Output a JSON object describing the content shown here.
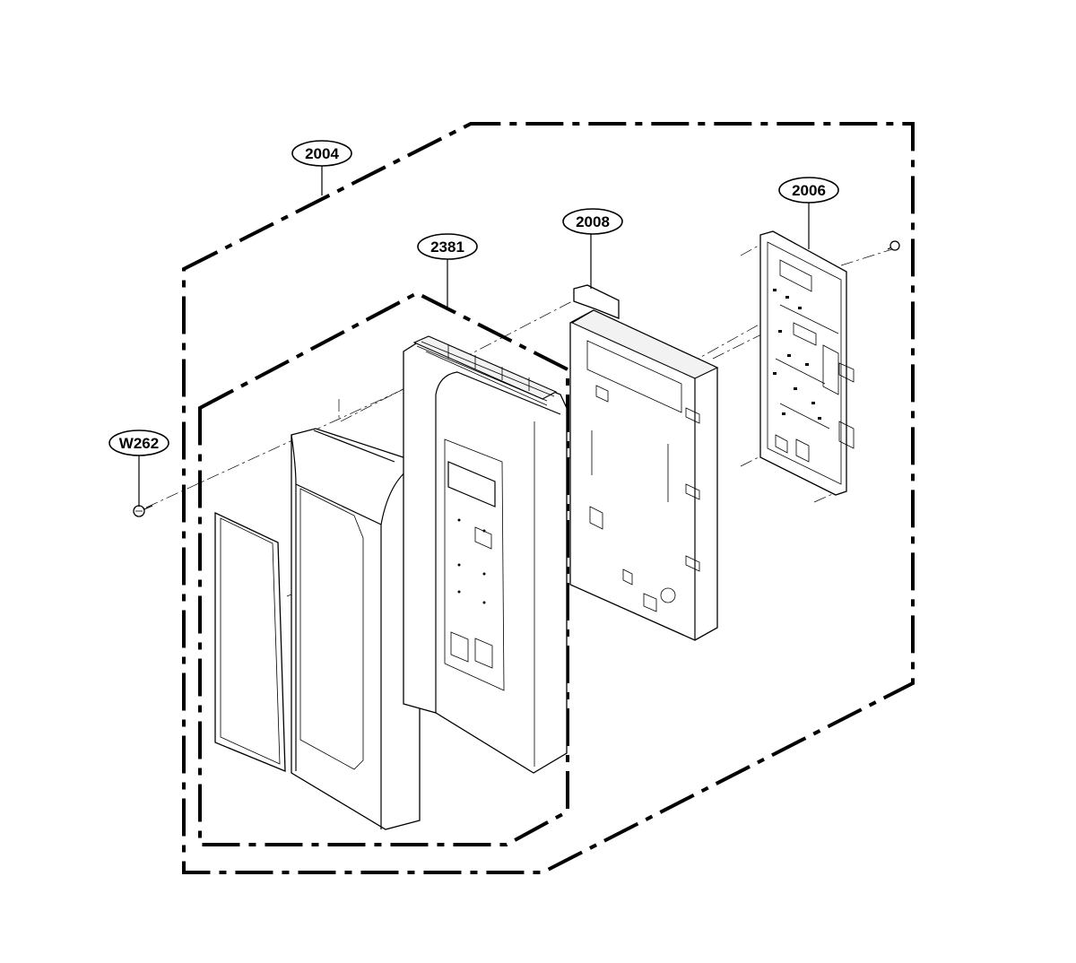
{
  "callouts": {
    "assembly": "2004",
    "frame": "2381",
    "bracket": "2008",
    "pcb": "2006",
    "screw": "W262"
  }
}
